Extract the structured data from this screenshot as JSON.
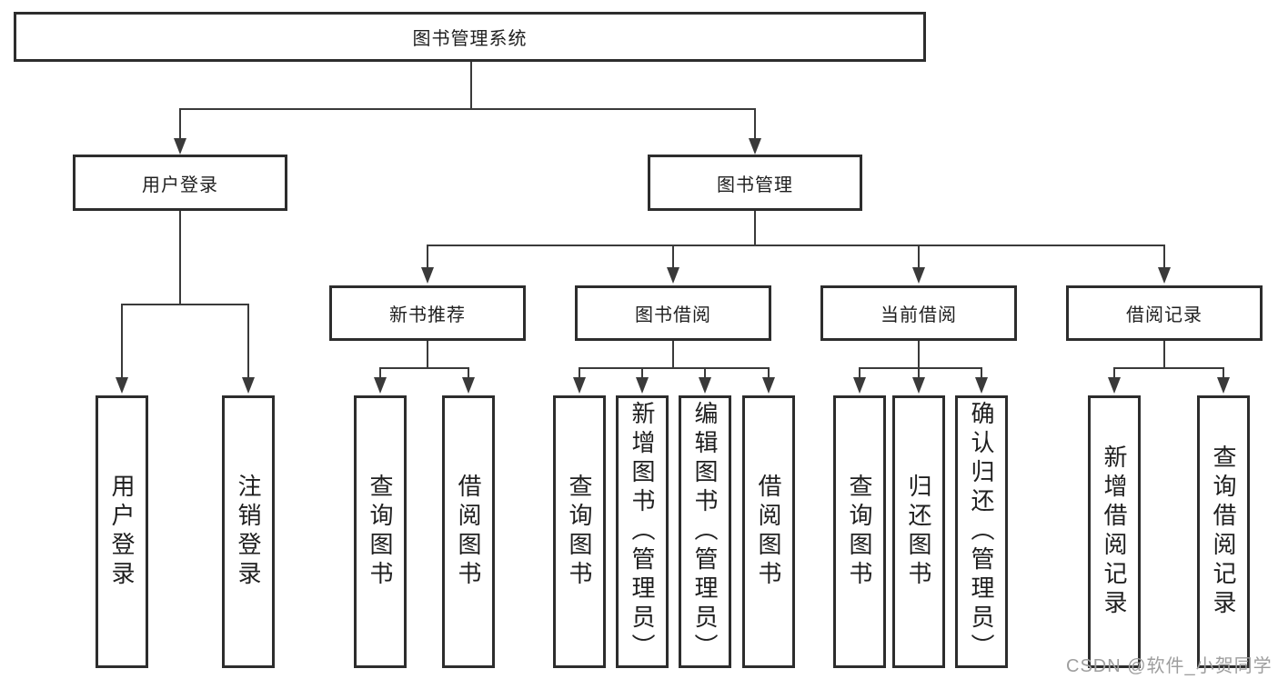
{
  "diagram": {
    "nodes": {
      "root": "图书管理系统",
      "userLogin": "用户登录",
      "bookMgmt": "图书管理",
      "userLoginLeaf": "用户登录",
      "logoutLeaf": "注销登录",
      "newBookRec": "新书推荐",
      "bookBorrow": "图书借阅",
      "currentBorrow": "当前借阅",
      "borrowRecords": "借阅记录",
      "queryBooksRec": "查询图书",
      "borrowBooksRec": "借阅图书",
      "queryBooksBorrow": "查询图书",
      "addBooksAdmin": "新增图书（管理员）",
      "editBooksAdmin": "编辑图书（管理员）",
      "borrowBooksLeaf": "借阅图书",
      "queryBooksCurrent": "查询图书",
      "returnBooks": "归还图书",
      "confirmReturnAdmin": "确认归还（管理员）",
      "addBorrowRecord": "新增借阅记录",
      "queryBorrowRecord": "查询借阅记录"
    },
    "hierarchy": {
      "图书管理系统": {
        "用户登录": [
          "用户登录",
          "注销登录"
        ],
        "图书管理": {
          "新书推荐": [
            "查询图书",
            "借阅图书"
          ],
          "图书借阅": [
            "查询图书",
            "新增图书（管理员）",
            "编辑图书（管理员）",
            "借阅图书"
          ],
          "当前借阅": [
            "查询图书",
            "归还图书",
            "确认归还（管理员）"
          ],
          "借阅记录": [
            "新增借阅记录",
            "查询借阅记录"
          ]
        }
      }
    },
    "colors": {
      "border": "#2d2d2d",
      "line": "#3a3a3a",
      "text": "#1f1f1f",
      "background": "#ffffff",
      "watermark": "#9e9e9e"
    }
  },
  "watermark": {
    "text": "CSDN @软件_小贺同学"
  }
}
